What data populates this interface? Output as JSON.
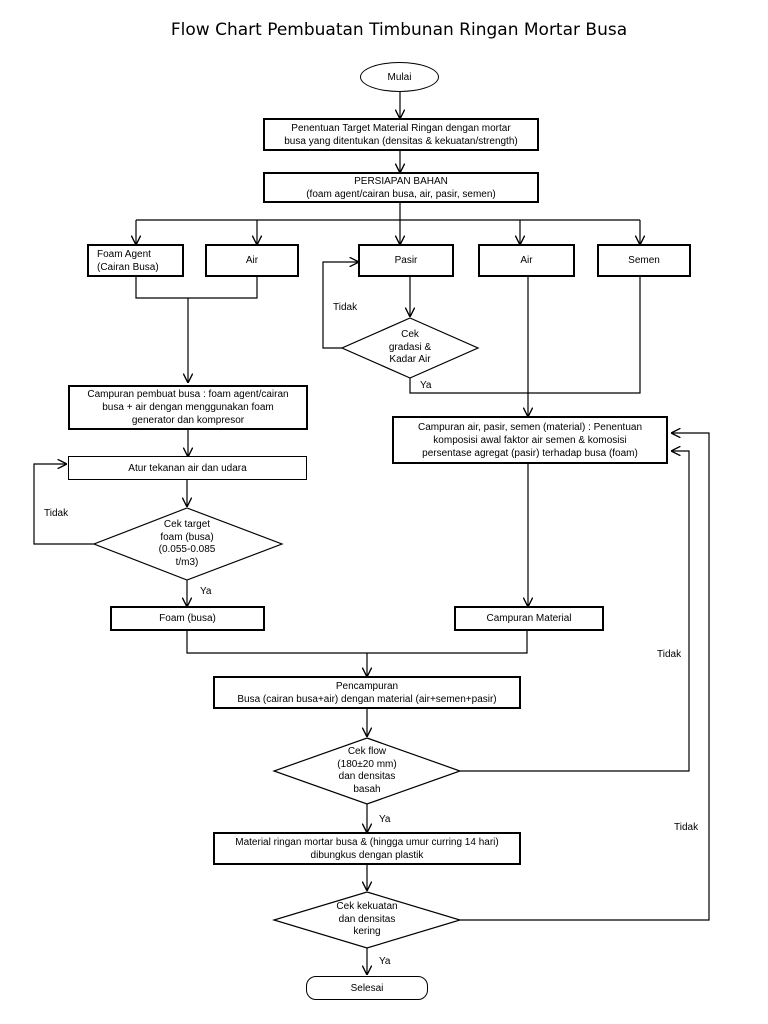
{
  "title": "Flow Chart Pembuatan Timbunan Ringan Mortar Busa",
  "nodes": {
    "mulai": "Mulai",
    "penentuan": "Penentuan Target Material Ringan dengan mortar\nbusa yang ditentukan (densitas & kekuatan/strength)",
    "persiapan": "PERSIAPAN BAHAN\n(foam agent/cairan busa, air, pasir, semen)",
    "foam_agent": "Foam Agent\n(Cairan Busa)",
    "air_left": "Air",
    "pasir": "Pasir",
    "air_right": "Air",
    "semen": "Semen",
    "cek_gradasi": "Cek\ngradasi &\nKadar Air",
    "campuran_busa": "Campuran pembuat busa : foam agent/cairan\nbusa + air dengan menggunakan foam\ngenerator dan kompresor",
    "campuran_material_desc": "Campuran air, pasir, semen (material) : Penentuan\nkomposisi awal faktor air semen & komosisi\npersentase agregat (pasir) terhadap busa (foam)",
    "atur_tekanan": "Atur tekanan air dan udara",
    "cek_target": "Cek target\nfoam (busa)\n(0.055-0.085\nt/m3)",
    "foam_busa": "Foam (busa)",
    "campuran_material": "Campuran Material",
    "pencampuran": "Pencampuran\nBusa (cairan busa+air) dengan material (air+semen+pasir)",
    "cek_flow": "Cek flow\n(180±20 mm)\ndan densitas\nbasah",
    "material_ringan": "Material ringan mortar busa & (hingga umur curring 14 hari)\ndibungkus dengan plastik",
    "cek_kekuatan": "Cek kekuatan\ndan densitas\nkering",
    "selesai": "Selesai"
  },
  "edge_labels": {
    "tidak_gradasi": "Tidak",
    "ya_gradasi": "Ya",
    "tidak_target": "Tidak",
    "ya_target": "Ya",
    "tidak_flow": "Tidak",
    "ya_flow": "Ya",
    "tidak_kekuatan": "Tidak",
    "ya_kekuatan": "Ya"
  }
}
